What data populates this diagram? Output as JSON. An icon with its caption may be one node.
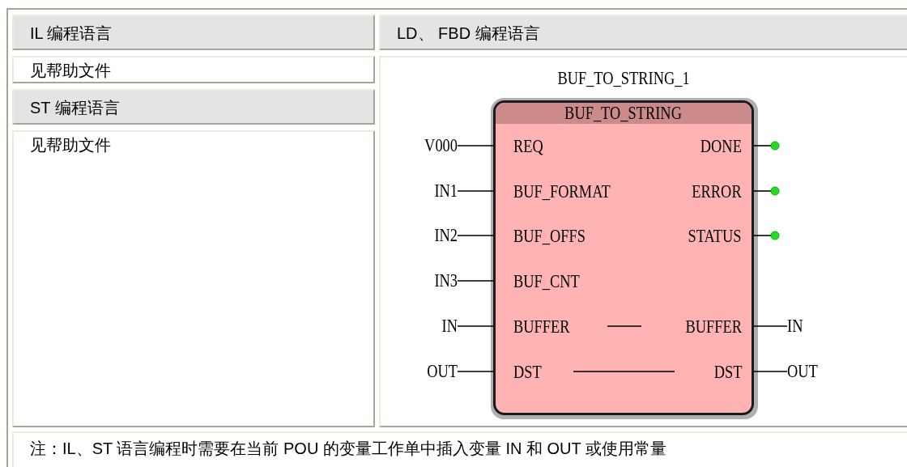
{
  "diagram": {
    "nodes": [
      {
        "text": [
          "BUF_TO_STRING",
          "REQ",
          "BUF_FORMAT",
          "BUF_OFFS",
          "BUF_CNT",
          "BUFFER",
          "DST",
          "DONE",
          "ERROR",
          "STATUS",
          "BUFFER",
          "DST"
        ],
        "beside": [
          "BUF_TO_STRING_1"
        ]
      },
      {
        "text": [
          "V000"
        ]
      },
      {
        "text": [
          "IN1"
        ]
      },
      {
        "text": [
          "IN2"
        ]
      },
      {
        "text": [
          "IN3"
        ]
      },
      {
        "text": [
          "IN"
        ]
      },
      {
        "text": [
          "OUT"
        ]
      },
      {
        "text": [
          "IN"
        ]
      },
      {
        "text": [
          "OUT"
        ]
      }
    ],
    "edges": [
      {
        "from": 1,
        "to": 0,
        "arrow": "none"
      },
      {
        "from": 2,
        "to": 0,
        "arrow": "none"
      },
      {
        "from": 3,
        "to": 0,
        "arrow": "none"
      },
      {
        "from": 4,
        "to": 0,
        "arrow": "none"
      },
      {
        "from": 5,
        "to": 0,
        "arrow": "none"
      },
      {
        "from": 6,
        "to": 0,
        "arrow": "none"
      },
      {
        "from": 0,
        "to": 7,
        "arrow": "none"
      },
      {
        "from": 0,
        "to": 8,
        "arrow": "none"
      },
      {
        "from": 0,
        "to": null,
        "arrow": "other"
      },
      {
        "from": 0,
        "to": null,
        "arrow": "other"
      },
      {
        "from": 0,
        "to": null,
        "arrow": "other"
      }
    ],
    "labels": [
      "IL 编程语言",
      "LD、 FBD 编程语言",
      "见帮助文件",
      "ST 编程语言",
      "见帮助文件",
      "注：IL、ST 语言编程时需要在当前 POU 的变量工作单中插入变量 IN 和 OUT 或使用常量"
    ]
  }
}
